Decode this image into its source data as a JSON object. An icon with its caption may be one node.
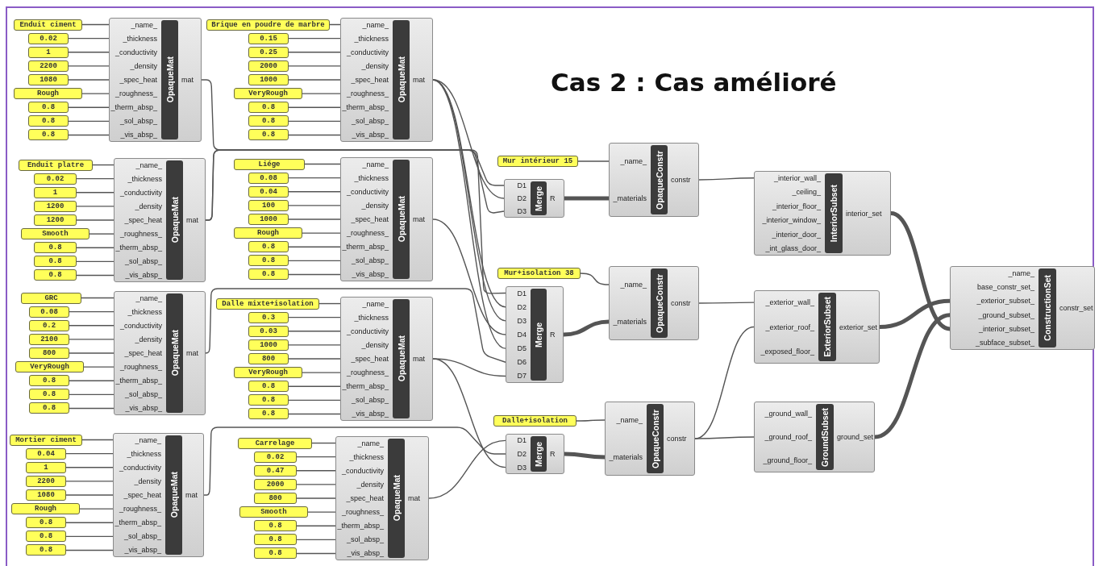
{
  "diagram": {
    "title": "Cas 2 : Cas amélioré",
    "nodes": [
      {
        "text": [
          "Enduit ciment"
        ]
      },
      {
        "text": [
          "0.02"
        ]
      },
      {
        "text": [
          "1"
        ]
      },
      {
        "text": [
          "2200"
        ]
      },
      {
        "text": [
          "1080"
        ]
      },
      {
        "text": [
          "Rough"
        ]
      },
      {
        "text": [
          "0.8"
        ]
      },
      {
        "text": [
          "0.8"
        ]
      },
      {
        "text": [
          "0.8"
        ]
      },
      {
        "text": [
          "OpaqueMat",
          "_name_",
          "_thickness",
          "_conductivity",
          "_density",
          "_spec_heat",
          "_roughness_",
          "_therm_absp_",
          "_sol_absp_",
          "_vis_absp_",
          "mat"
        ]
      },
      {
        "text": [
          "Brique en poudre de marbre"
        ]
      },
      {
        "text": [
          "0.15"
        ]
      },
      {
        "text": [
          "0.25"
        ]
      },
      {
        "text": [
          "2000"
        ]
      },
      {
        "text": [
          "1000"
        ]
      },
      {
        "text": [
          "VeryRough"
        ]
      },
      {
        "text": [
          "0.8"
        ]
      },
      {
        "text": [
          "0.8"
        ]
      },
      {
        "text": [
          "0.8"
        ]
      },
      {
        "text": [
          "OpaqueMat",
          "_name_",
          "_thickness",
          "_conductivity",
          "_density",
          "_spec_heat",
          "_roughness_",
          "_therm_absp_",
          "_sol_absp_",
          "_vis_absp_",
          "mat"
        ]
      },
      {
        "text": [
          "Enduit platre"
        ]
      },
      {
        "text": [
          "0.02"
        ]
      },
      {
        "text": [
          "1"
        ]
      },
      {
        "text": [
          "1200"
        ]
      },
      {
        "text": [
          "1200"
        ]
      },
      {
        "text": [
          "Smooth"
        ]
      },
      {
        "text": [
          "0.8"
        ]
      },
      {
        "text": [
          "0.8"
        ]
      },
      {
        "text": [
          "0.8"
        ]
      },
      {
        "text": [
          "OpaqueMat",
          "_name_",
          "_thickness",
          "_conductivity",
          "_density",
          "_spec_heat",
          "_roughness_",
          "_therm_absp_",
          "_sol_absp_",
          "_vis_absp_",
          "mat"
        ]
      },
      {
        "text": [
          "Liége"
        ]
      },
      {
        "text": [
          "0.08"
        ]
      },
      {
        "text": [
          "0.04"
        ]
      },
      {
        "text": [
          "100"
        ]
      },
      {
        "text": [
          "1000"
        ]
      },
      {
        "text": [
          "Rough"
        ]
      },
      {
        "text": [
          "0.8"
        ]
      },
      {
        "text": [
          "0.8"
        ]
      },
      {
        "text": [
          "0.8"
        ]
      },
      {
        "text": [
          "OpaqueMat",
          "_name_",
          "_thickness",
          "_conductivity",
          "_density",
          "_spec_heat",
          "_roughness_",
          "_therm_absp_",
          "_sol_absp_",
          "_vis_absp_",
          "mat"
        ]
      },
      {
        "text": [
          "GRC"
        ]
      },
      {
        "text": [
          "0.08"
        ]
      },
      {
        "text": [
          "0.2"
        ]
      },
      {
        "text": [
          "2100"
        ]
      },
      {
        "text": [
          "800"
        ]
      },
      {
        "text": [
          "VeryRough"
        ]
      },
      {
        "text": [
          "0.8"
        ]
      },
      {
        "text": [
          "0.8"
        ]
      },
      {
        "text": [
          "0.8"
        ]
      },
      {
        "text": [
          "OpaqueMat",
          "_name_",
          "_thickness",
          "_conductivity",
          "_density",
          "_spec_heat",
          "_roughness_",
          "_therm_absp_",
          "_sol_absp_",
          "_vis_absp_",
          "mat"
        ]
      },
      {
        "text": [
          "Dalle mixte+isolation"
        ]
      },
      {
        "text": [
          "0.3"
        ]
      },
      {
        "text": [
          "0.03"
        ]
      },
      {
        "text": [
          "1000"
        ]
      },
      {
        "text": [
          "800"
        ]
      },
      {
        "text": [
          "VeryRough"
        ]
      },
      {
        "text": [
          "0.8"
        ]
      },
      {
        "text": [
          "0.8"
        ]
      },
      {
        "text": [
          "0.8"
        ]
      },
      {
        "text": [
          "OpaqueMat",
          "_name_",
          "_thickness",
          "_conductivity",
          "_density",
          "_spec_heat",
          "_roughness_",
          "_therm_absp_",
          "_sol_absp_",
          "_vis_absp_",
          "mat"
        ]
      },
      {
        "text": [
          "Mortier ciment"
        ]
      },
      {
        "text": [
          "0.04"
        ]
      },
      {
        "text": [
          "1"
        ]
      },
      {
        "text": [
          "2200"
        ]
      },
      {
        "text": [
          "1080"
        ]
      },
      {
        "text": [
          "Rough"
        ]
      },
      {
        "text": [
          "0.8"
        ]
      },
      {
        "text": [
          "0.8"
        ]
      },
      {
        "text": [
          "0.8"
        ]
      },
      {
        "text": [
          "OpaqueMat",
          "_name_",
          "_thickness",
          "_conductivity",
          "_density",
          "_spec_heat",
          "_roughness_",
          "_therm_absp_",
          "_sol_absp_",
          "_vis_absp_",
          "mat"
        ]
      },
      {
        "text": [
          "Carrelage"
        ]
      },
      {
        "text": [
          "0.02"
        ]
      },
      {
        "text": [
          "0.47"
        ]
      },
      {
        "text": [
          "2000"
        ]
      },
      {
        "text": [
          "800"
        ]
      },
      {
        "text": [
          "Smooth"
        ]
      },
      {
        "text": [
          "0.8"
        ]
      },
      {
        "text": [
          "0.8"
        ]
      },
      {
        "text": [
          "0.8"
        ]
      },
      {
        "text": [
          "OpaqueMat",
          "_name_",
          "_thickness",
          "_conductivity",
          "_density",
          "_spec_heat",
          "_roughness_",
          "_therm_absp_",
          "_sol_absp_",
          "_vis_absp_",
          "mat"
        ]
      },
      {
        "text": [
          "Mur intérieur 15"
        ]
      },
      {
        "text": [
          "Merge",
          "D1",
          "D2",
          "D3",
          "R"
        ]
      },
      {
        "text": [
          "OpaqueConstr",
          "_name_",
          "_materials",
          "constr"
        ]
      },
      {
        "text": [
          "InteriorSubset",
          "_interior_wall_",
          "_ceiling_",
          "_interior_floor_",
          "_interior_window_",
          "_interior_door_",
          "_int_glass_door_",
          "interior_set"
        ]
      },
      {
        "text": [
          "Mur+isolation 38"
        ]
      },
      {
        "text": [
          "Merge",
          "D1",
          "D2",
          "D3",
          "D4",
          "D5",
          "D6",
          "D7",
          "R"
        ]
      },
      {
        "text": [
          "OpaqueConstr",
          "_name_",
          "_materials",
          "constr"
        ]
      },
      {
        "text": [
          "ExteriorSubset",
          "_exterior_wall_",
          "_exterior_roof_",
          "_exposed_floor_",
          "exterior_set"
        ]
      },
      {
        "text": [
          "Dalle+isolation"
        ]
      },
      {
        "text": [
          "Merge",
          "D1",
          "D2",
          "D3",
          "R"
        ]
      },
      {
        "text": [
          "OpaqueConstr",
          "_name_",
          "_materials",
          "constr"
        ]
      },
      {
        "text": [
          "GroundSubset",
          "_ground_wall_",
          "_ground_roof_",
          "_ground_floor_",
          "ground_set"
        ]
      },
      {
        "text": [
          "ConstructionSet",
          "_name_",
          "base_constr_set_",
          "_exterior_subset_",
          "_ground_subset_",
          "_interior_subset_",
          "_subface_subset_",
          "constr_set"
        ]
      }
    ],
    "edges": [
      {
        "from": 0,
        "to": 9,
        "arrow": "none"
      },
      {
        "from": 1,
        "to": 9,
        "arrow": "none"
      },
      {
        "from": 2,
        "to": 9,
        "arrow": "none"
      },
      {
        "from": 3,
        "to": 9,
        "arrow": "none"
      },
      {
        "from": 4,
        "to": 9,
        "arrow": "none"
      },
      {
        "from": 5,
        "to": 9,
        "arrow": "none"
      },
      {
        "from": 6,
        "to": 9,
        "arrow": "none"
      },
      {
        "from": 7,
        "to": 9,
        "arrow": "none"
      },
      {
        "from": 8,
        "to": 9,
        "arrow": "none"
      },
      {
        "from": 10,
        "to": 19,
        "arrow": "none"
      },
      {
        "from": 11,
        "to": 19,
        "arrow": "none"
      },
      {
        "from": 12,
        "to": 19,
        "arrow": "none"
      },
      {
        "from": 13,
        "to": 19,
        "arrow": "none"
      },
      {
        "from": 14,
        "to": 19,
        "arrow": "none"
      },
      {
        "from": 15,
        "to": 19,
        "arrow": "none"
      },
      {
        "from": 16,
        "to": 19,
        "arrow": "none"
      },
      {
        "from": 17,
        "to": 19,
        "arrow": "none"
      },
      {
        "from": 18,
        "to": 19,
        "arrow": "none"
      },
      {
        "from": 20,
        "to": 29,
        "arrow": "none"
      },
      {
        "from": 21,
        "to": 29,
        "arrow": "none"
      },
      {
        "from": 22,
        "to": 29,
        "arrow": "none"
      },
      {
        "from": 23,
        "to": 29,
        "arrow": "none"
      },
      {
        "from": 24,
        "to": 29,
        "arrow": "none"
      },
      {
        "from": 25,
        "to": 29,
        "arrow": "none"
      },
      {
        "from": 26,
        "to": 29,
        "arrow": "none"
      },
      {
        "from": 27,
        "to": 29,
        "arrow": "none"
      },
      {
        "from": 28,
        "to": 29,
        "arrow": "none"
      },
      {
        "from": 30,
        "to": 39,
        "arrow": "none"
      },
      {
        "from": 31,
        "to": 39,
        "arrow": "none"
      },
      {
        "from": 32,
        "to": 39,
        "arrow": "none"
      },
      {
        "from": 33,
        "to": 39,
        "arrow": "none"
      },
      {
        "from": 34,
        "to": 39,
        "arrow": "none"
      },
      {
        "from": 35,
        "to": 39,
        "arrow": "none"
      },
      {
        "from": 36,
        "to": 39,
        "arrow": "none"
      },
      {
        "from": 37,
        "to": 39,
        "arrow": "none"
      },
      {
        "from": 38,
        "to": 39,
        "arrow": "none"
      },
      {
        "from": 40,
        "to": 49,
        "arrow": "none"
      },
      {
        "from": 41,
        "to": 49,
        "arrow": "none"
      },
      {
        "from": 42,
        "to": 49,
        "arrow": "none"
      },
      {
        "from": 43,
        "to": 49,
        "arrow": "none"
      },
      {
        "from": 44,
        "to": 49,
        "arrow": "none"
      },
      {
        "from": 45,
        "to": 49,
        "arrow": "none"
      },
      {
        "from": 46,
        "to": 49,
        "arrow": "none"
      },
      {
        "from": 47,
        "to": 49,
        "arrow": "none"
      },
      {
        "from": 48,
        "to": 49,
        "arrow": "none"
      },
      {
        "from": 50,
        "to": 59,
        "arrow": "none"
      },
      {
        "from": 51,
        "to": 59,
        "arrow": "none"
      },
      {
        "from": 52,
        "to": 59,
        "arrow": "none"
      },
      {
        "from": 53,
        "to": 59,
        "arrow": "none"
      },
      {
        "from": 54,
        "to": 59,
        "arrow": "none"
      },
      {
        "from": 55,
        "to": 59,
        "arrow": "none"
      },
      {
        "from": 56,
        "to": 59,
        "arrow": "none"
      },
      {
        "from": 57,
        "to": 59,
        "arrow": "none"
      },
      {
        "from": 58,
        "to": 59,
        "arrow": "none"
      },
      {
        "from": 60,
        "to": 69,
        "arrow": "none"
      },
      {
        "from": 61,
        "to": 69,
        "arrow": "none"
      },
      {
        "from": 62,
        "to": 69,
        "arrow": "none"
      },
      {
        "from": 63,
        "to": 69,
        "arrow": "none"
      },
      {
        "from": 64,
        "to": 69,
        "arrow": "none"
      },
      {
        "from": 65,
        "to": 69,
        "arrow": "none"
      },
      {
        "from": 66,
        "to": 69,
        "arrow": "none"
      },
      {
        "from": 67,
        "to": 69,
        "arrow": "none"
      },
      {
        "from": 68,
        "to": 69,
        "arrow": "none"
      },
      {
        "from": 70,
        "to": 79,
        "arrow": "none"
      },
      {
        "from": 71,
        "to": 79,
        "arrow": "none"
      },
      {
        "from": 72,
        "to": 79,
        "arrow": "none"
      },
      {
        "from": 73,
        "to": 79,
        "arrow": "none"
      },
      {
        "from": 74,
        "to": 79,
        "arrow": "none"
      },
      {
        "from": 75,
        "to": 79,
        "arrow": "none"
      },
      {
        "from": 76,
        "to": 79,
        "arrow": "none"
      },
      {
        "from": 77,
        "to": 79,
        "arrow": "none"
      },
      {
        "from": 78,
        "to": 79,
        "arrow": "none"
      },
      {
        "from": 29,
        "to": 81,
        "arrow": "none"
      },
      {
        "from": 19,
        "to": 81,
        "arrow": "none"
      },
      {
        "from": 29,
        "to": 81,
        "arrow": "none"
      },
      {
        "from": 9,
        "to": 85,
        "arrow": "none"
      },
      {
        "from": 19,
        "to": 85,
        "arrow": "none"
      },
      {
        "from": 19,
        "to": 85,
        "arrow": "none"
      },
      {
        "from": 39,
        "to": 85,
        "arrow": "none"
      },
      {
        "from": 19,
        "to": 85,
        "arrow": "none"
      },
      {
        "from": 49,
        "to": 85,
        "arrow": "none"
      },
      {
        "from": 59,
        "to": 85,
        "arrow": "none"
      },
      {
        "from": 79,
        "to": 89,
        "arrow": "none"
      },
      {
        "from": 69,
        "to": 89,
        "arrow": "none"
      },
      {
        "from": 59,
        "to": 89,
        "arrow": "none"
      },
      {
        "from": 80,
        "to": 82,
        "arrow": "none"
      },
      {
        "from": 81,
        "to": 82,
        "arrow": "none",
        "style": "thick"
      },
      {
        "from": 82,
        "to": 83,
        "arrow": "none"
      },
      {
        "from": 84,
        "to": 86,
        "arrow": "none"
      },
      {
        "from": 85,
        "to": 86,
        "arrow": "none",
        "style": "thick"
      },
      {
        "from": 86,
        "to": 87,
        "arrow": "none"
      },
      {
        "from": 88,
        "to": 90,
        "arrow": "none"
      },
      {
        "from": 89,
        "to": 90,
        "arrow": "none",
        "style": "thick"
      },
      {
        "from": 90,
        "to": 87,
        "arrow": "none"
      },
      {
        "from": 90,
        "to": 91,
        "arrow": "none"
      },
      {
        "from": 83,
        "to": 92,
        "arrow": "none",
        "style": "thick"
      },
      {
        "from": 87,
        "to": 92,
        "arrow": "none",
        "style": "thick"
      },
      {
        "from": 91,
        "to": 92,
        "arrow": "none",
        "style": "thick"
      }
    ]
  }
}
